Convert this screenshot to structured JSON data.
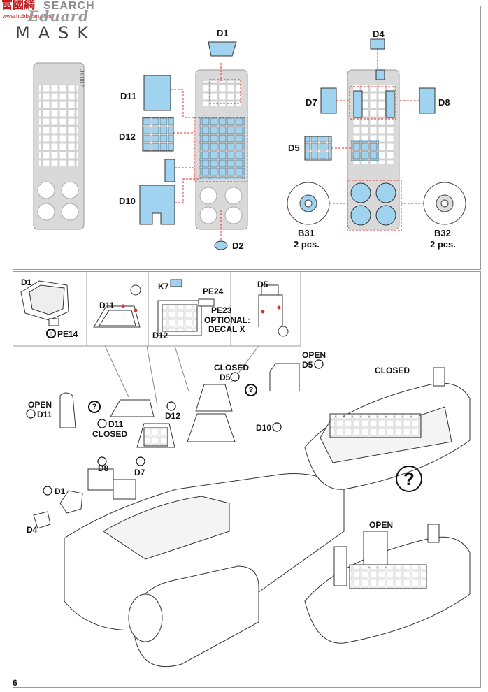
{
  "watermark": {
    "cn": "富國網",
    "search": "SEARCH",
    "url": "www.hobbyfan.com"
  },
  "logo": {
    "brand": "Eduard",
    "product": "MASK"
  },
  "page_number": "6",
  "sheet": {
    "code": "JX087"
  },
  "mask_labels": {
    "d1": "D1",
    "d2": "D2",
    "d4": "D4",
    "d5": "D5",
    "d7": "D7",
    "d8": "D8",
    "d10": "D10",
    "d11": "D11",
    "d12": "D12",
    "b31": "B31",
    "b31_qty": "2 pcs.",
    "b32": "B32",
    "b32_qty": "2 pcs."
  },
  "detail_boxes": {
    "d1": {
      "label": "D1",
      "part": "PE14"
    },
    "d11": {
      "label": "D11"
    },
    "d12": {
      "label": "D12",
      "k7": "K7",
      "pe24": "PE24",
      "pe23": "PE23",
      "optional": "OPTIONAL:",
      "decal": "DECAL X"
    },
    "d5": {
      "label": "D5"
    }
  },
  "assembly": {
    "open": "OPEN",
    "closed": "CLOSED",
    "d11_open": "D11",
    "d11_closed": "D11",
    "d11_closed_word": "CLOSED",
    "d12": "D12",
    "d10": "D10",
    "d8": "D8",
    "d7": "D7",
    "d1": "D1",
    "d4": "D4",
    "d5_closed_word": "CLOSED",
    "d5_closed": "D5",
    "d5_open_word": "OPEN",
    "d5_open": "D5",
    "view_closed": "CLOSED",
    "view_open": "OPEN",
    "qmark_small": "?",
    "qmark_big": "?"
  },
  "colors": {
    "mask_fill": "#9fd3ef",
    "mask_stroke": "#3a3a3a",
    "sheet_fill": "#d9d9d9",
    "guide_red": "#e0312f"
  }
}
